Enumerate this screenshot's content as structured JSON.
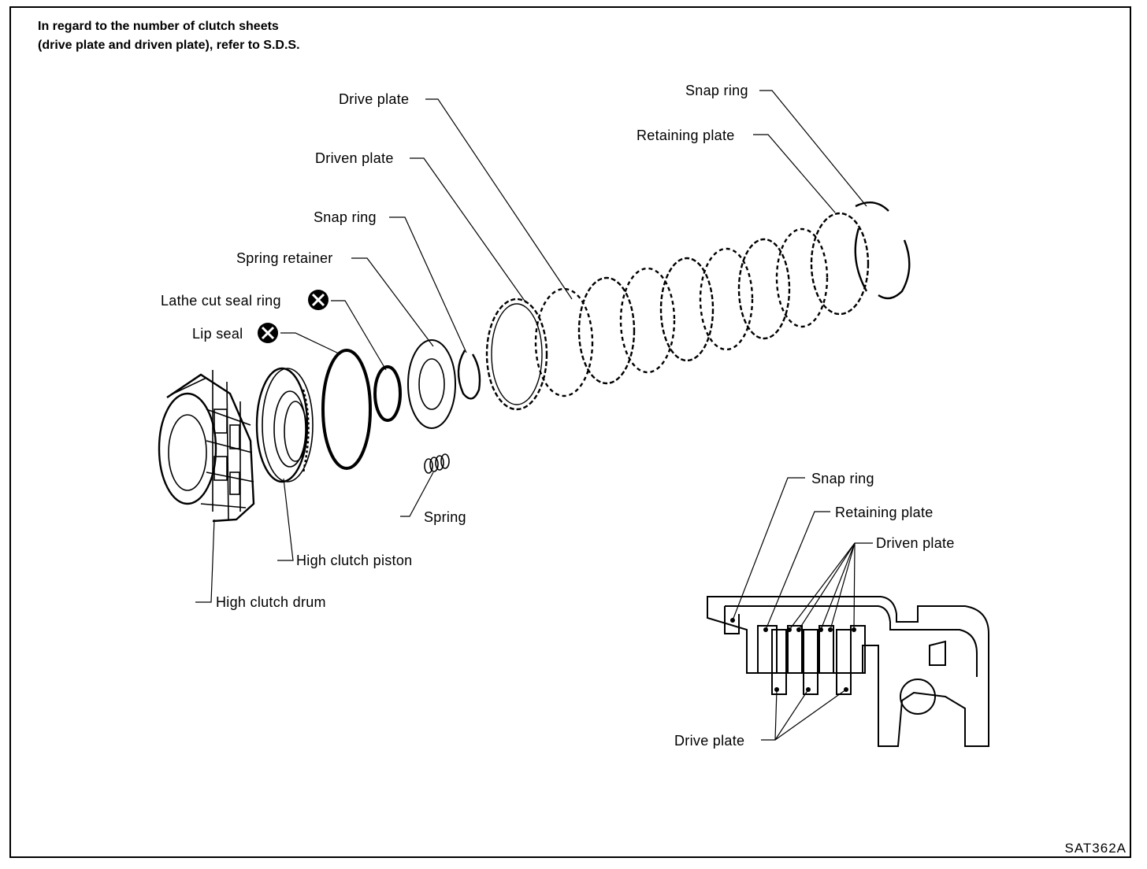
{
  "note": {
    "line1": "In regard to the number of clutch sheets",
    "line2": "(drive plate and driven plate), refer to S.D.S."
  },
  "labels": {
    "drive_plate": "Drive plate",
    "driven_plate": "Driven plate",
    "snap_ring_mid": "Snap ring",
    "spring_retainer": "Spring retainer",
    "lathe_cut_seal_ring": "Lathe cut seal ring",
    "lip_seal": "Lip seal",
    "snap_ring_top": "Snap ring",
    "retaining_plate_top": "Retaining plate",
    "spring": "Spring",
    "high_clutch_piston": "High clutch piston",
    "high_clutch_drum": "High clutch drum"
  },
  "section_labels": {
    "snap_ring": "Snap ring",
    "retaining_plate": "Retaining plate",
    "driven_plate": "Driven plate",
    "drive_plate": "Drive plate"
  },
  "figure_code": "SAT362A",
  "icons": {
    "seal_replace": "cross-circle-icon"
  }
}
